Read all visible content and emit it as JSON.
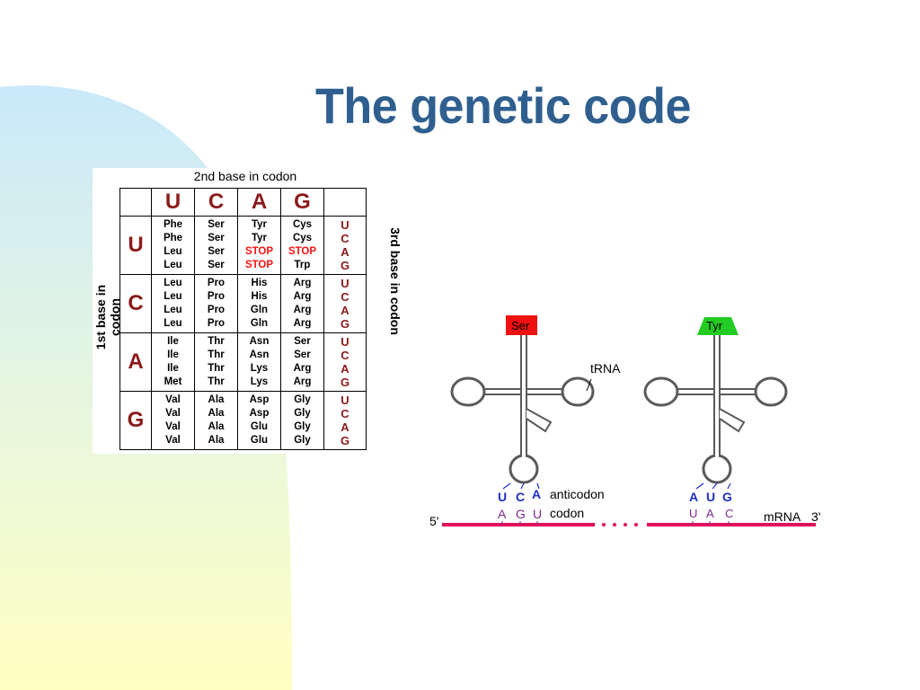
{
  "slide": {
    "title": "The genetic code"
  },
  "table": {
    "header_2nd": "2nd base in codon",
    "header_1st": "1st base in codon",
    "header_3rd": "3rd base in codon",
    "bases": [
      "U",
      "C",
      "A",
      "G"
    ],
    "third_bases": [
      "U",
      "C",
      "A",
      "G"
    ],
    "rows": [
      {
        "base": "U",
        "cells": [
          [
            "Phe",
            "Phe",
            "Leu",
            "Leu"
          ],
          [
            "Ser",
            "Ser",
            "Ser",
            "Ser"
          ],
          [
            "Tyr",
            "Tyr",
            "STOP",
            "STOP"
          ],
          [
            "Cys",
            "Cys",
            "STOP",
            "Trp"
          ]
        ]
      },
      {
        "base": "C",
        "cells": [
          [
            "Leu",
            "Leu",
            "Leu",
            "Leu"
          ],
          [
            "Pro",
            "Pro",
            "Pro",
            "Pro"
          ],
          [
            "His",
            "His",
            "Gln",
            "Gln"
          ],
          [
            "Arg",
            "Arg",
            "Arg",
            "Arg"
          ]
        ]
      },
      {
        "base": "A",
        "cells": [
          [
            "Ile",
            "Ile",
            "Ile",
            "Met"
          ],
          [
            "Thr",
            "Thr",
            "Thr",
            "Thr"
          ],
          [
            "Asn",
            "Asn",
            "Lys",
            "Lys"
          ],
          [
            "Ser",
            "Ser",
            "Arg",
            "Arg"
          ]
        ]
      },
      {
        "base": "G",
        "cells": [
          [
            "Val",
            "Val",
            "Val",
            "Val"
          ],
          [
            "Ala",
            "Ala",
            "Ala",
            "Ala"
          ],
          [
            "Asp",
            "Asp",
            "Glu",
            "Glu"
          ],
          [
            "Gly",
            "Gly",
            "Gly",
            "Gly"
          ]
        ]
      }
    ]
  },
  "diagram": {
    "trna_left": {
      "amino_acid": "Ser",
      "anticodon": [
        "U",
        "C",
        "A"
      ],
      "codon": [
        "A",
        "G",
        "U"
      ]
    },
    "trna_right": {
      "amino_acid": "Tyr",
      "anticodon": [
        "A",
        "U",
        "G"
      ],
      "codon": [
        "U",
        "A",
        "C"
      ]
    },
    "label_trna": "tRNA",
    "label_anticodon": "anticodon",
    "label_codon": "codon",
    "label_5prime": "5'",
    "label_mrna": "mRNA",
    "label_3prime": "3'"
  },
  "colors": {
    "title": "#2F5F8F",
    "base_letters": "#8B1A1A",
    "stop": "#FF1010",
    "ser_box": "#EE1111",
    "tyr_box": "#22CC22",
    "anticodon": "#1E2EC8",
    "codon": "#7A2A8A",
    "mrna": "#E0105A",
    "trna_outline": "#5A5A5A"
  }
}
